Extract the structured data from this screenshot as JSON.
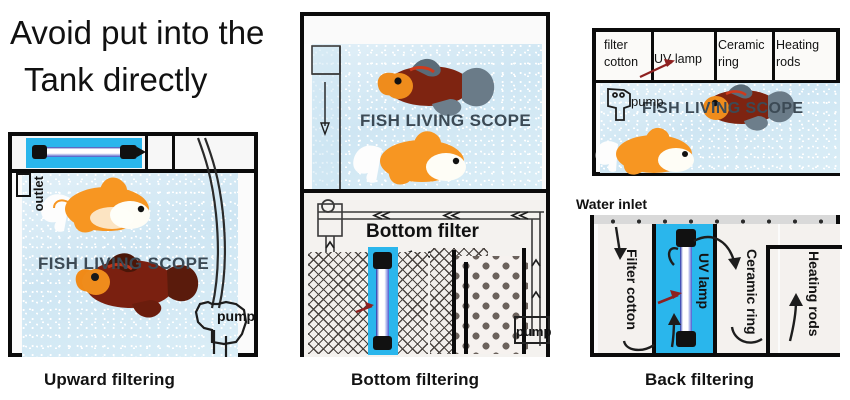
{
  "heading": {
    "line1": "Avoid put into the",
    "line2": "Tank directly"
  },
  "panels": [
    {
      "id": "upward",
      "caption": "Upward filtering",
      "tank_text": "FISH LIVING SCOPE",
      "labels": {
        "outlet": "outlet",
        "pump": "pump"
      }
    },
    {
      "id": "bottom",
      "caption": "Bottom filtering",
      "tank_text": "FISH LIVING SCOPE",
      "labels": {
        "bottom_filter": "Bottom filter",
        "pump": "pump"
      }
    },
    {
      "id": "back",
      "caption": "Back filtering",
      "tank_text": "FISH LIVING SCOPE",
      "labels": {
        "pump": "pump",
        "water_inlet": "Water inlet"
      },
      "compartments_top": [
        "filter cotton",
        "UV lamp",
        "Ceramic ring",
        "Heating rods"
      ],
      "compartments_bottom": [
        "Filter cotton",
        "UV lamp",
        "Ceramic ring",
        "Heating rods"
      ]
    }
  ],
  "colors": {
    "uv_housing_blue": "#2ab6ec",
    "water_blue": "#d8ecf5",
    "outline_black": "#0b0b0b",
    "arrow_red": "#8e2020",
    "scope_text": "#3c4a55"
  }
}
